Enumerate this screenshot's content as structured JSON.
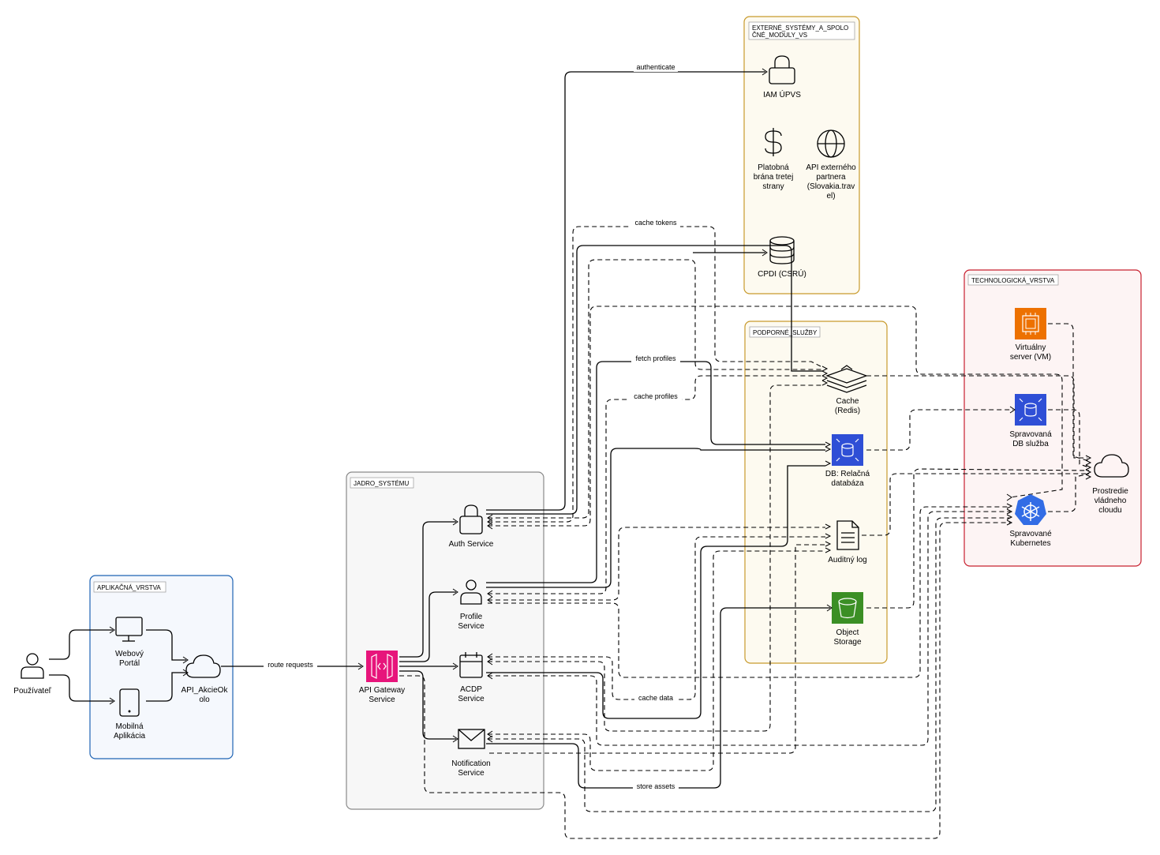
{
  "groups": {
    "app_layer": "APLIKAČNÁ_VRSTVA",
    "core": "JADRO_SYSTÉMU",
    "external_line1": "EXTERNÉ_SYSTÉMY_A_SPOLO",
    "external_line2": "ČNÉ_MODULY_VS",
    "support": "PODPORNÉ_SLUŽBY",
    "tech": "TECHNOLOGICKÁ_VRSTVA"
  },
  "nodes": {
    "user": [
      "Používateľ"
    ],
    "web_portal": [
      "Webový",
      "Portál"
    ],
    "mobile_app": [
      "Mobilná",
      "Aplikácia"
    ],
    "api_cloud": [
      "API_AkcieOk",
      "olo"
    ],
    "api_gateway": [
      "API Gateway",
      "Service"
    ],
    "auth": [
      "Auth Service"
    ],
    "profile": [
      "Profile",
      "Service"
    ],
    "acdp": [
      "ACDP",
      "Service"
    ],
    "notification": [
      "Notification",
      "Service"
    ],
    "iam": [
      "IAM ÚPVS"
    ],
    "payment": [
      "Platobná",
      "brána tretej",
      "strany"
    ],
    "partner_api": [
      "API externého",
      "partnera",
      "(Slovakia.trav",
      "el)"
    ],
    "cpdi": [
      "CPDI (CSRÚ)"
    ],
    "cache": [
      "Cache",
      "(Redis)"
    ],
    "db": [
      "DB: Relačná",
      "databáza"
    ],
    "audit": [
      "Auditný log"
    ],
    "object_storage": [
      "Object",
      "Storage"
    ],
    "vm": [
      "Virtuálny",
      "server (VM)"
    ],
    "managed_db": [
      "Spravovaná",
      "DB služba"
    ],
    "kubernetes": [
      "Spravované",
      "Kubernetes"
    ],
    "gov_cloud": [
      "Prostredie",
      "vládneho",
      "cloudu"
    ]
  },
  "edge_labels": {
    "route": "route requests",
    "authenticate": "authenticate",
    "cache_tokens": "cache tokens",
    "fetch_profiles": "fetch profiles",
    "cache_profiles": "cache profiles",
    "cache_data": "cache data",
    "store_assets": "store assets"
  },
  "colors": {
    "app_border": "#1e63b4",
    "app_fill": "#f5f8fd",
    "core_border": "#8a8a8a",
    "core_fill": "#f7f7f7",
    "external_border": "#c89a2c",
    "external_fill": "#fdfaf0",
    "support_border": "#c89a2c",
    "support_fill": "#fdfaf0",
    "tech_border": "#c8202f",
    "tech_fill": "#fdf4f4",
    "gateway": "#e7157b",
    "aws_blue": "#2f4fd6",
    "aws_green": "#3b8f25",
    "aws_orange": "#ed7100",
    "k8s": "#326ce5"
  }
}
